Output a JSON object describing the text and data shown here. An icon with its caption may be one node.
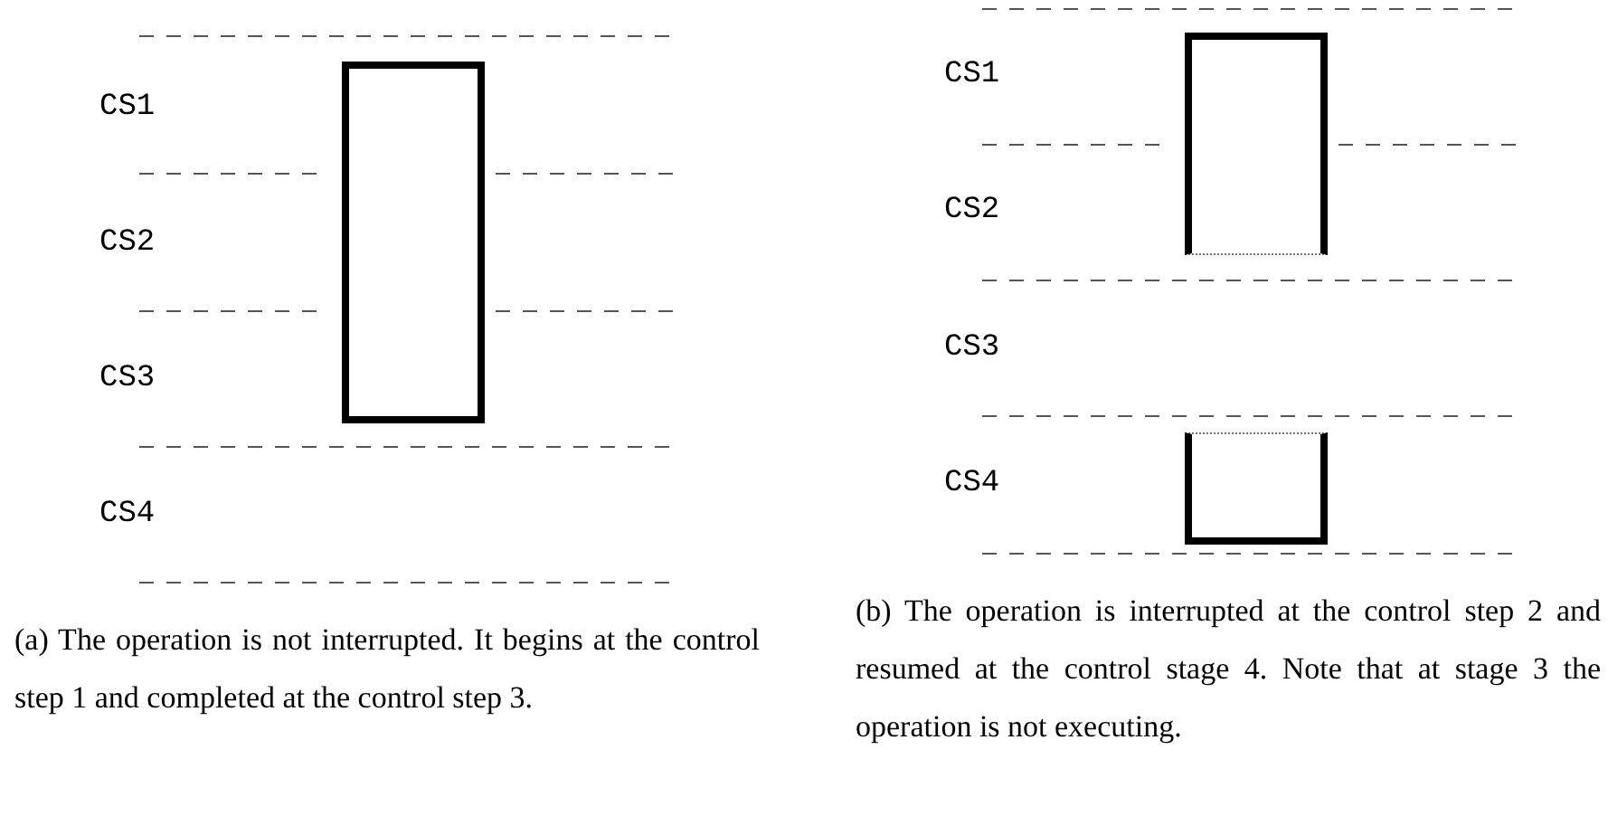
{
  "diagram": {
    "nodes": [
      {
        "text": [],
        "shape": "box"
      },
      {
        "text": [],
        "shape": "box"
      },
      {
        "text": [],
        "shape": "box"
      }
    ],
    "labels": [
      "CS1",
      "CS2",
      "CS3",
      "CS4",
      "(a) The operation is not interrupted. It begins at the control step 1 and completed at the control step 3.",
      "CS1",
      "CS2",
      "CS3",
      "CS4",
      "(b) The operation is interrupted at the control step 2 and resumed at the control stage 4. Note that at stage 3 the operation is not executing."
    ]
  }
}
